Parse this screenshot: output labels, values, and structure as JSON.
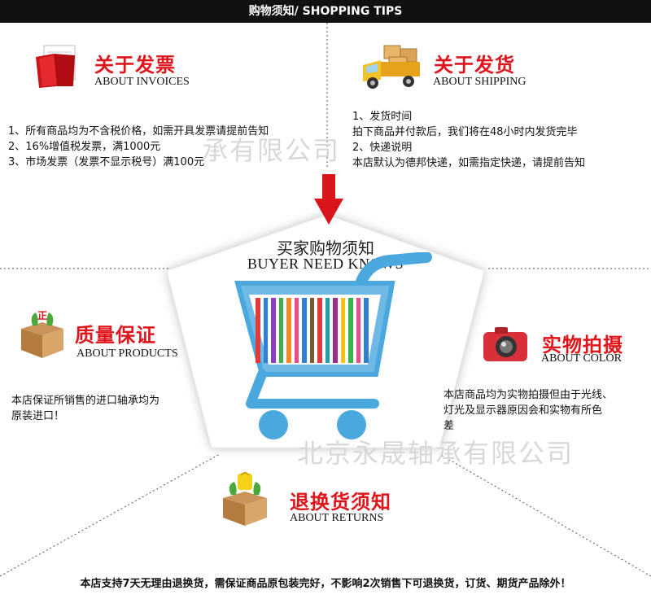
{
  "header": {
    "title": "购物须知/ SHOPPING TIPS"
  },
  "invoices": {
    "title": "关于发票",
    "subtitle": "ABOUT INVOICES",
    "lines": [
      "1、所有商品均为不含税价格，如需开具发票请提前告知",
      "2、16%增值税发票，满1000元",
      "3、市场发票（发票不显示税号）满100元"
    ]
  },
  "shipping": {
    "title": "关于发货",
    "subtitle": "ABOUT SHIPPING",
    "lines": [
      "1、发货时间",
      "拍下商品并付款后，我们将在48小时内发货完毕",
      "2、快递说明",
      "本店默认为德邦快递，如需指定快递，请提前告知"
    ]
  },
  "center": {
    "title_cn": "买家购物须知",
    "title_en": "BUYER NEED KNOWS"
  },
  "products": {
    "title": "质量保证",
    "subtitle": "ABOUT PRODUCTS",
    "lines": [
      "本店保证所销售的进口轴承均为",
      "原装进口！"
    ]
  },
  "color": {
    "title": "实物拍摄",
    "subtitle": "ABOUT COLOR",
    "lines": [
      "本店商品均为实物拍摄但由于光线、",
      "灯光及显示器原因会和实物有所色",
      "差"
    ]
  },
  "returns": {
    "title": "退换货须知",
    "subtitle": "ABOUT RETURNS",
    "text": "本店支持7天无理由退换货，需保证商品原包装完好，不影响2次销售下可退换货，订货、期货产品除外！"
  },
  "watermark": {
    "text_top": "承有限公司",
    "text_bottom": "北京永晟轴承有限公司"
  },
  "colors": {
    "accent": "#e0141b",
    "cart": "#4aa8de",
    "topbar": "#111111"
  },
  "icons": {
    "invoices": "red-folder-icon",
    "shipping": "delivery-truck-icon",
    "products": "box-icon",
    "color": "camera-icon",
    "returns": "gift-box-icon",
    "arrow": "red-down-arrow-icon",
    "center": "shopping-cart-icon"
  }
}
